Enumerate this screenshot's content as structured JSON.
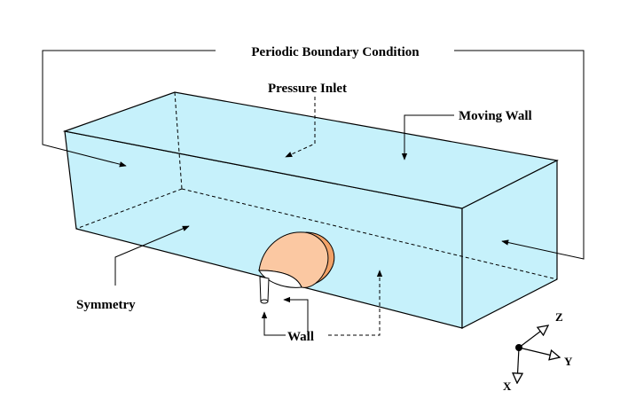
{
  "labels": {
    "periodic": "Periodic Boundary Condition",
    "pressure_inlet": "Pressure Inlet",
    "moving_wall": "Moving Wall",
    "symmetry": "Symmetry",
    "wall": "Wall"
  },
  "axes": {
    "x": "X",
    "y": "Y",
    "z": "Z"
  },
  "colors": {
    "domain_fill": "#c6f1fb",
    "sphere_outer": "#fbc8a2",
    "sphere_rim": "#f2a268",
    "line": "#000000"
  }
}
